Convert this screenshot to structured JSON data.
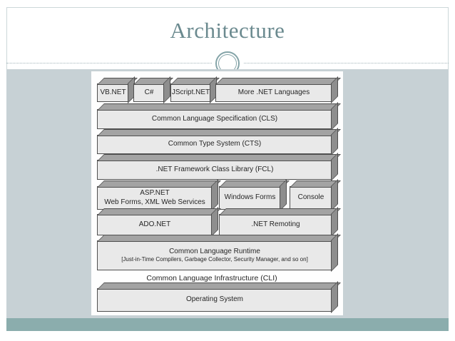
{
  "slide": {
    "title": "Architecture"
  },
  "diagram": {
    "languages": [
      {
        "label": "VB.NET"
      },
      {
        "label": "C#"
      },
      {
        "label": "JScript.NET"
      },
      {
        "label": "More .NET Languages"
      }
    ],
    "cls": {
      "label": "Common Language Specification (CLS)"
    },
    "cts": {
      "label": "Common Type System (CTS)"
    },
    "fcl": {
      "label": ".NET Framework Class Library (FCL)"
    },
    "app_models": [
      {
        "label": "ASP.NET",
        "sublabel": "Web Forms, XML Web Services"
      },
      {
        "label": "Windows Forms"
      },
      {
        "label": "Console"
      }
    ],
    "data_services": [
      {
        "label": "ADO.NET"
      },
      {
        "label": ".NET Remoting"
      }
    ],
    "clr": {
      "label": "Common Language Runtime",
      "sublabel": "[Just-in-Time Compilers, Garbage Collector, Security Manager, and so on]"
    },
    "cli_caption": "Common Language Infrastructure (CLI)",
    "os": {
      "label": "Operating System"
    }
  },
  "colors": {
    "title_text": "#6b8a8f",
    "content_background": "#c7d1d5",
    "footer_band": "#8badad",
    "box_face": "#e9e9e9",
    "box_top_face": "#a3a3a3",
    "box_side_face": "#8e8e8e",
    "box_outline": "#4f4f4f",
    "ornament_ring": "#84a4a8"
  }
}
